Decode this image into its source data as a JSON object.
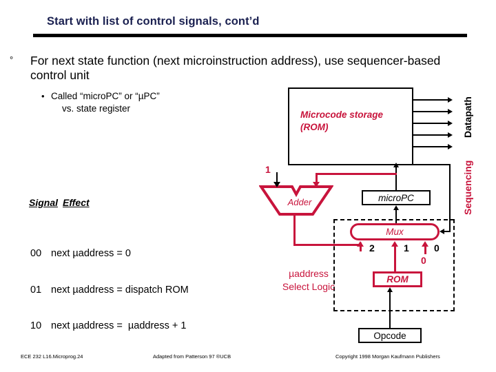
{
  "slide": {
    "title": "Start with list of control signals, cont’d",
    "bullet_marker": "°",
    "bullet": "For next state function (next microinstruction address), use sequencer-based control unit",
    "subbullet_marker": "•",
    "subbullet_line1": "Called  “microPC” or “µPC”",
    "subbullet_line2": "vs. state register"
  },
  "signal_table": {
    "header_signal": "Signal",
    "header_effect": "Effect",
    "rows": [
      {
        "code": "00",
        "effect": "next µaddress = 0"
      },
      {
        "code": "01",
        "effect": "next µaddress = dispatch ROM"
      },
      {
        "code": "10",
        "effect": "next µaddress =  µaddress + 1"
      }
    ]
  },
  "diagram": {
    "rom_label_line1": "Microcode storage",
    "rom_label_line2": "(ROM)",
    "datapath_label": "Datapath",
    "sequencing_label": "Sequencing",
    "micropc_label": "microPC",
    "mux_label": "Mux",
    "adder_label": "Adder",
    "dispatch_rom_label": "ROM",
    "opcode_label": "Opcode",
    "select_logic_line1": "µaddress",
    "select_logic_line2": "Select Logic",
    "adder_const": "1",
    "mux_input_2": "2",
    "mux_input_1": "1",
    "mux_input_0": "0",
    "mux_const_zero": "0",
    "datapath_arrow_count": 5
  },
  "footer": {
    "left": "ECE 232   L16.Microprog.24",
    "middle": "Adapted from Patterson 97 ®UCB",
    "right": "Copyright 1998 Morgan Kaufmann Publishers"
  },
  "colors": {
    "title": "#1a2050",
    "accent_red": "#c8143c",
    "black": "#000000",
    "background": "#ffffff"
  }
}
